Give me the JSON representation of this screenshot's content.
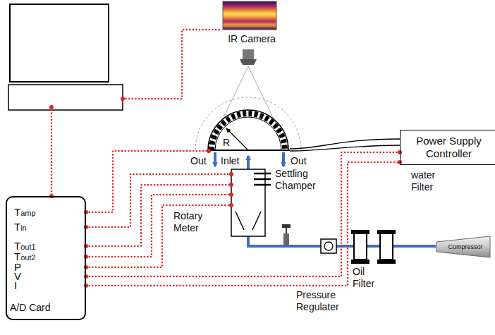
{
  "diagram": {
    "nodes": [
      {
        "text": [
          "Power Supply Controller"
        ]
      },
      {
        "text": [
          "Tamp",
          "Tin",
          "Tout1",
          "Tout2",
          "P",
          "V",
          "I",
          "A/D Card"
        ]
      },
      {
        "text": [
          "Compressor"
        ]
      }
    ],
    "edges": [
      {
        "from": 1,
        "to": 0,
        "arrow": "none"
      },
      {
        "from": 1,
        "to": 0,
        "arrow": "none"
      }
    ],
    "labels": [
      "IR Camera",
      "R",
      "Out",
      "Inlet",
      "Out",
      "Settling Champer",
      "Rotary Meter",
      "water Filter",
      "Oil Filter",
      "Pressure Regulater"
    ]
  }
}
